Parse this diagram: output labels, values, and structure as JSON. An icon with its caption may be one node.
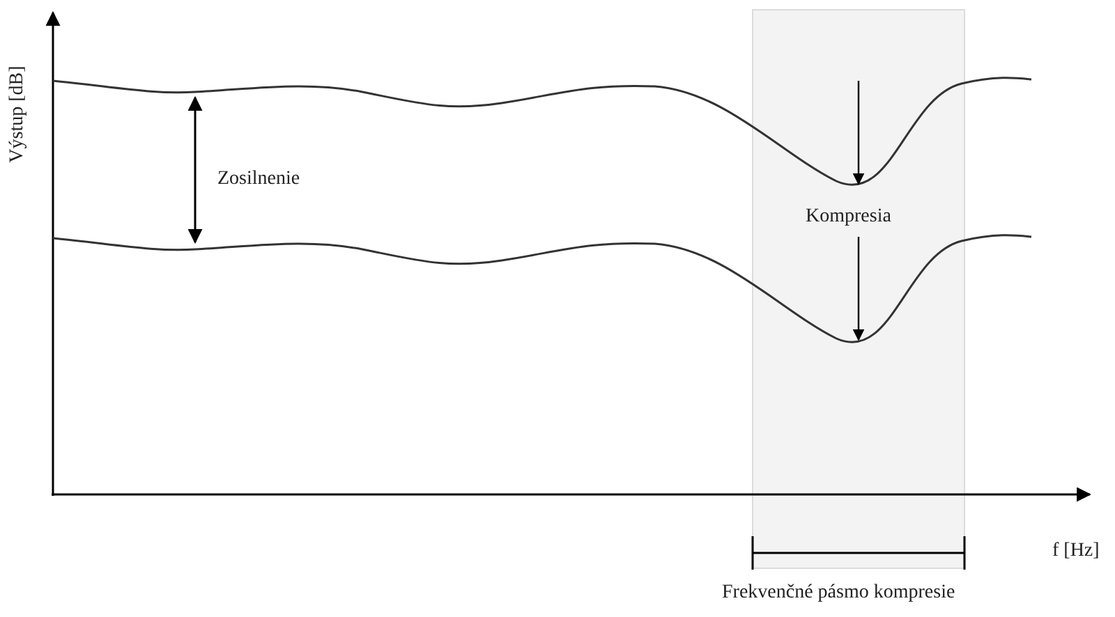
{
  "diagram": {
    "labels": [
      "Výstup [dB]",
      "Zosilnenie",
      "Kompresia",
      "f [Hz]",
      "Frekvenčné pásmo kompresie"
    ]
  }
}
